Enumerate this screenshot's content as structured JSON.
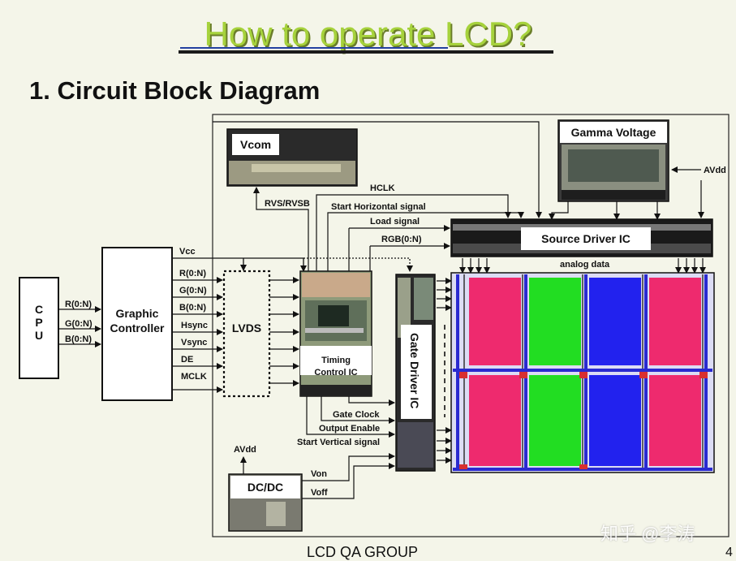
{
  "title": "How to operate LCD?",
  "heading": "1. Circuit Block Diagram",
  "footer": "LCD QA GROUP",
  "page_number": "4",
  "watermark": "知乎 @李涛",
  "blocks": {
    "cpu": [
      "C",
      "P",
      "U"
    ],
    "graphic_controller": [
      "Graphic",
      "Controller"
    ],
    "lvds": "LVDS",
    "timing_control": [
      "Timing",
      "Control IC"
    ],
    "vcom": "Vcom",
    "gamma": "Gamma  Voltage",
    "source_driver": "Source Driver IC",
    "gate_driver": "Gate Driver IC",
    "dcdc": "DC/DC"
  },
  "signals": {
    "cpu_out": [
      "R(0:N)",
      "G(0:N)",
      "B(0:N)"
    ],
    "gc_out": [
      "Vcc",
      "R(0:N)",
      "G(0:N)",
      "B(0:N)",
      "Hsync",
      "Vsync",
      "DE",
      "MCLK"
    ],
    "rvs": "RVS/RVSB",
    "hclk": "HCLK",
    "start_horizontal": "Start Horizontal signal",
    "load_signal": "Load signal",
    "rgb": "RGB(0:N)",
    "avdd_gamma": "AVdd",
    "analog_data": "analog data",
    "gate_clock": "Gate Clock",
    "output_enable": "Output Enable",
    "start_vertical": "Start Vertical signal",
    "avdd_dcdc": "AVdd",
    "von": "Von",
    "voff": "Voff"
  },
  "colors": {
    "red_pixel": "#ee2a6e",
    "green_pixel": "#22dd22",
    "blue_pixel": "#2222ee",
    "title_green": "#a6d23c"
  }
}
